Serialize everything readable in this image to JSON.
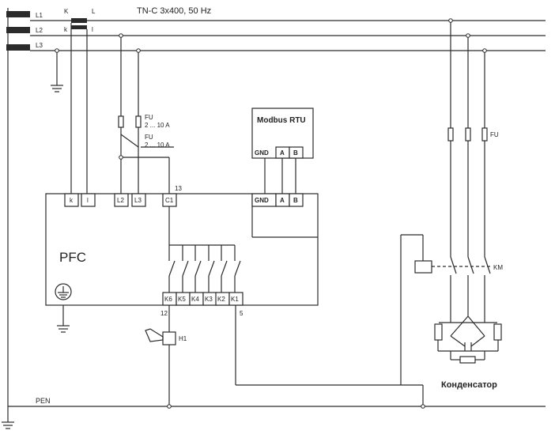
{
  "title": "TN-C 3x400, 50 Hz",
  "lines": {
    "l1": "L1",
    "l2": "L2",
    "l3": "L3",
    "pen": "PEN"
  },
  "ct": {
    "k_upper": "K",
    "l_upper": "L",
    "k_lower": "k",
    "l_lower": "l"
  },
  "fuses": {
    "fu1_name": "FU",
    "fu1_range": "2 ... 10 A",
    "fu2_name": "FU",
    "fu2_range": "2 ... 10 A",
    "fu3_name": "FU"
  },
  "modbus": {
    "title": "Modbus RTU",
    "gnd": "GND",
    "a": "A",
    "b": "B"
  },
  "pfc": {
    "label": "PFC",
    "terminals_top": [
      "k",
      "l",
      "L2",
      "L3",
      "C1",
      "GND",
      "A",
      "B"
    ],
    "terminals_bottom": [
      "K6",
      "K5",
      "K4",
      "K3",
      "K2",
      "K1"
    ],
    "pin_13": "13",
    "pin_12": "12",
    "pin_5": "5"
  },
  "alarm": {
    "label": "H1"
  },
  "contactor": {
    "label": "KM"
  },
  "capacitor": {
    "label": "Конденсатор"
  }
}
